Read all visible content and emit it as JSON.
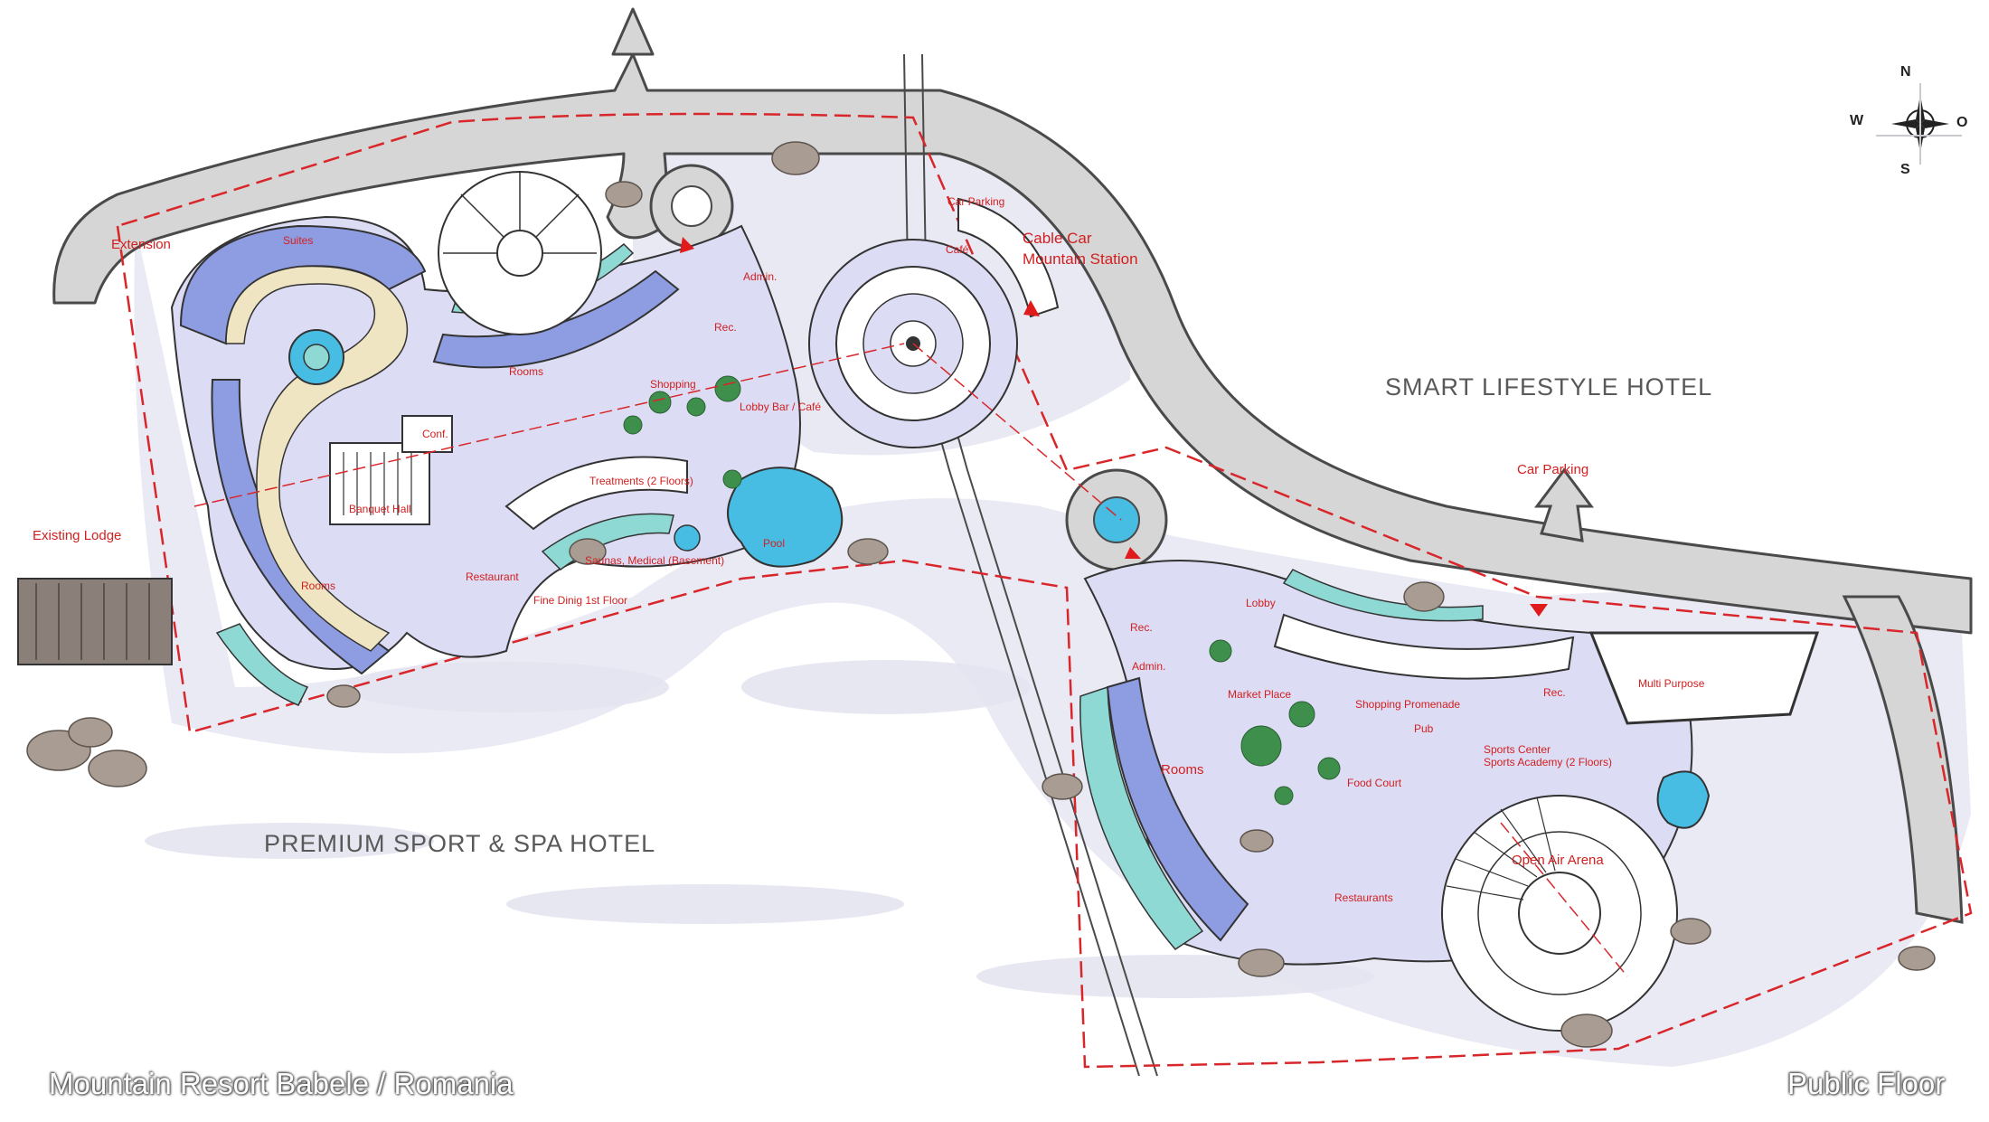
{
  "title": "Mountain Resort Babele / Romania",
  "floor": "Public Floor",
  "zones": {
    "premium": "PREMIUM  SPORT & SPA  HOTEL",
    "smart": "SMART LIFESTYLE HOTEL"
  },
  "labels": {
    "extension": "Extension",
    "suites": "Suites",
    "existing_lodge": "Existing Lodge",
    "rooms_west": "Rooms",
    "rooms_north": "Rooms",
    "conf": "Conf.",
    "banquet_hall": "Banquet Hall",
    "restaurant": "Restaurant",
    "fine_dining": "Fine Dinig 1st Floor",
    "treatments": "Treatments (2 Floors)",
    "saunas": "Saunas, Medical (Basement)",
    "pool": "Pool",
    "shopping": "Shopping",
    "lobby_bar": "Lobby Bar / Café",
    "admin_west": "Admin.",
    "rec_west": "Rec.",
    "car_parking_north": "Car Parking",
    "cafe": "Café",
    "cable_car_1": "Cable Car",
    "cable_car_2": "Mountain Station",
    "car_parking_east": "Car Parking",
    "lobby_east": "Lobby",
    "rec_east_1": "Rec.",
    "admin_east": "Admin.",
    "market_place": "Market Place",
    "shopping_promenade": "Shopping Promenade",
    "rec_east_2": "Rec.",
    "multi_purpose": "Multi Purpose",
    "pub": "Pub",
    "sports_center_1": "Sports Center",
    "sports_center_2": "Sports Academy (2 Floors)",
    "rooms_east": "Rooms",
    "food_court": "Food Court",
    "open_air_arena": "Open Air Arena",
    "restaurants": "Restaurants"
  },
  "compass": {
    "n": "N",
    "s": "S",
    "w": "W",
    "o": "O"
  },
  "colors": {
    "road": "#d6d6d6",
    "road_edge": "#4a4a4a",
    "floor": "#dcdcf4",
    "rooms": "#8e9ce2",
    "corridor": "#efe5c3",
    "water": "#47bde3",
    "balcony": "#8fd9d4",
    "rock": "#a89c93",
    "tree": "#3f8f4c",
    "boundary": "#d9262a",
    "label": "#d21f1f"
  }
}
